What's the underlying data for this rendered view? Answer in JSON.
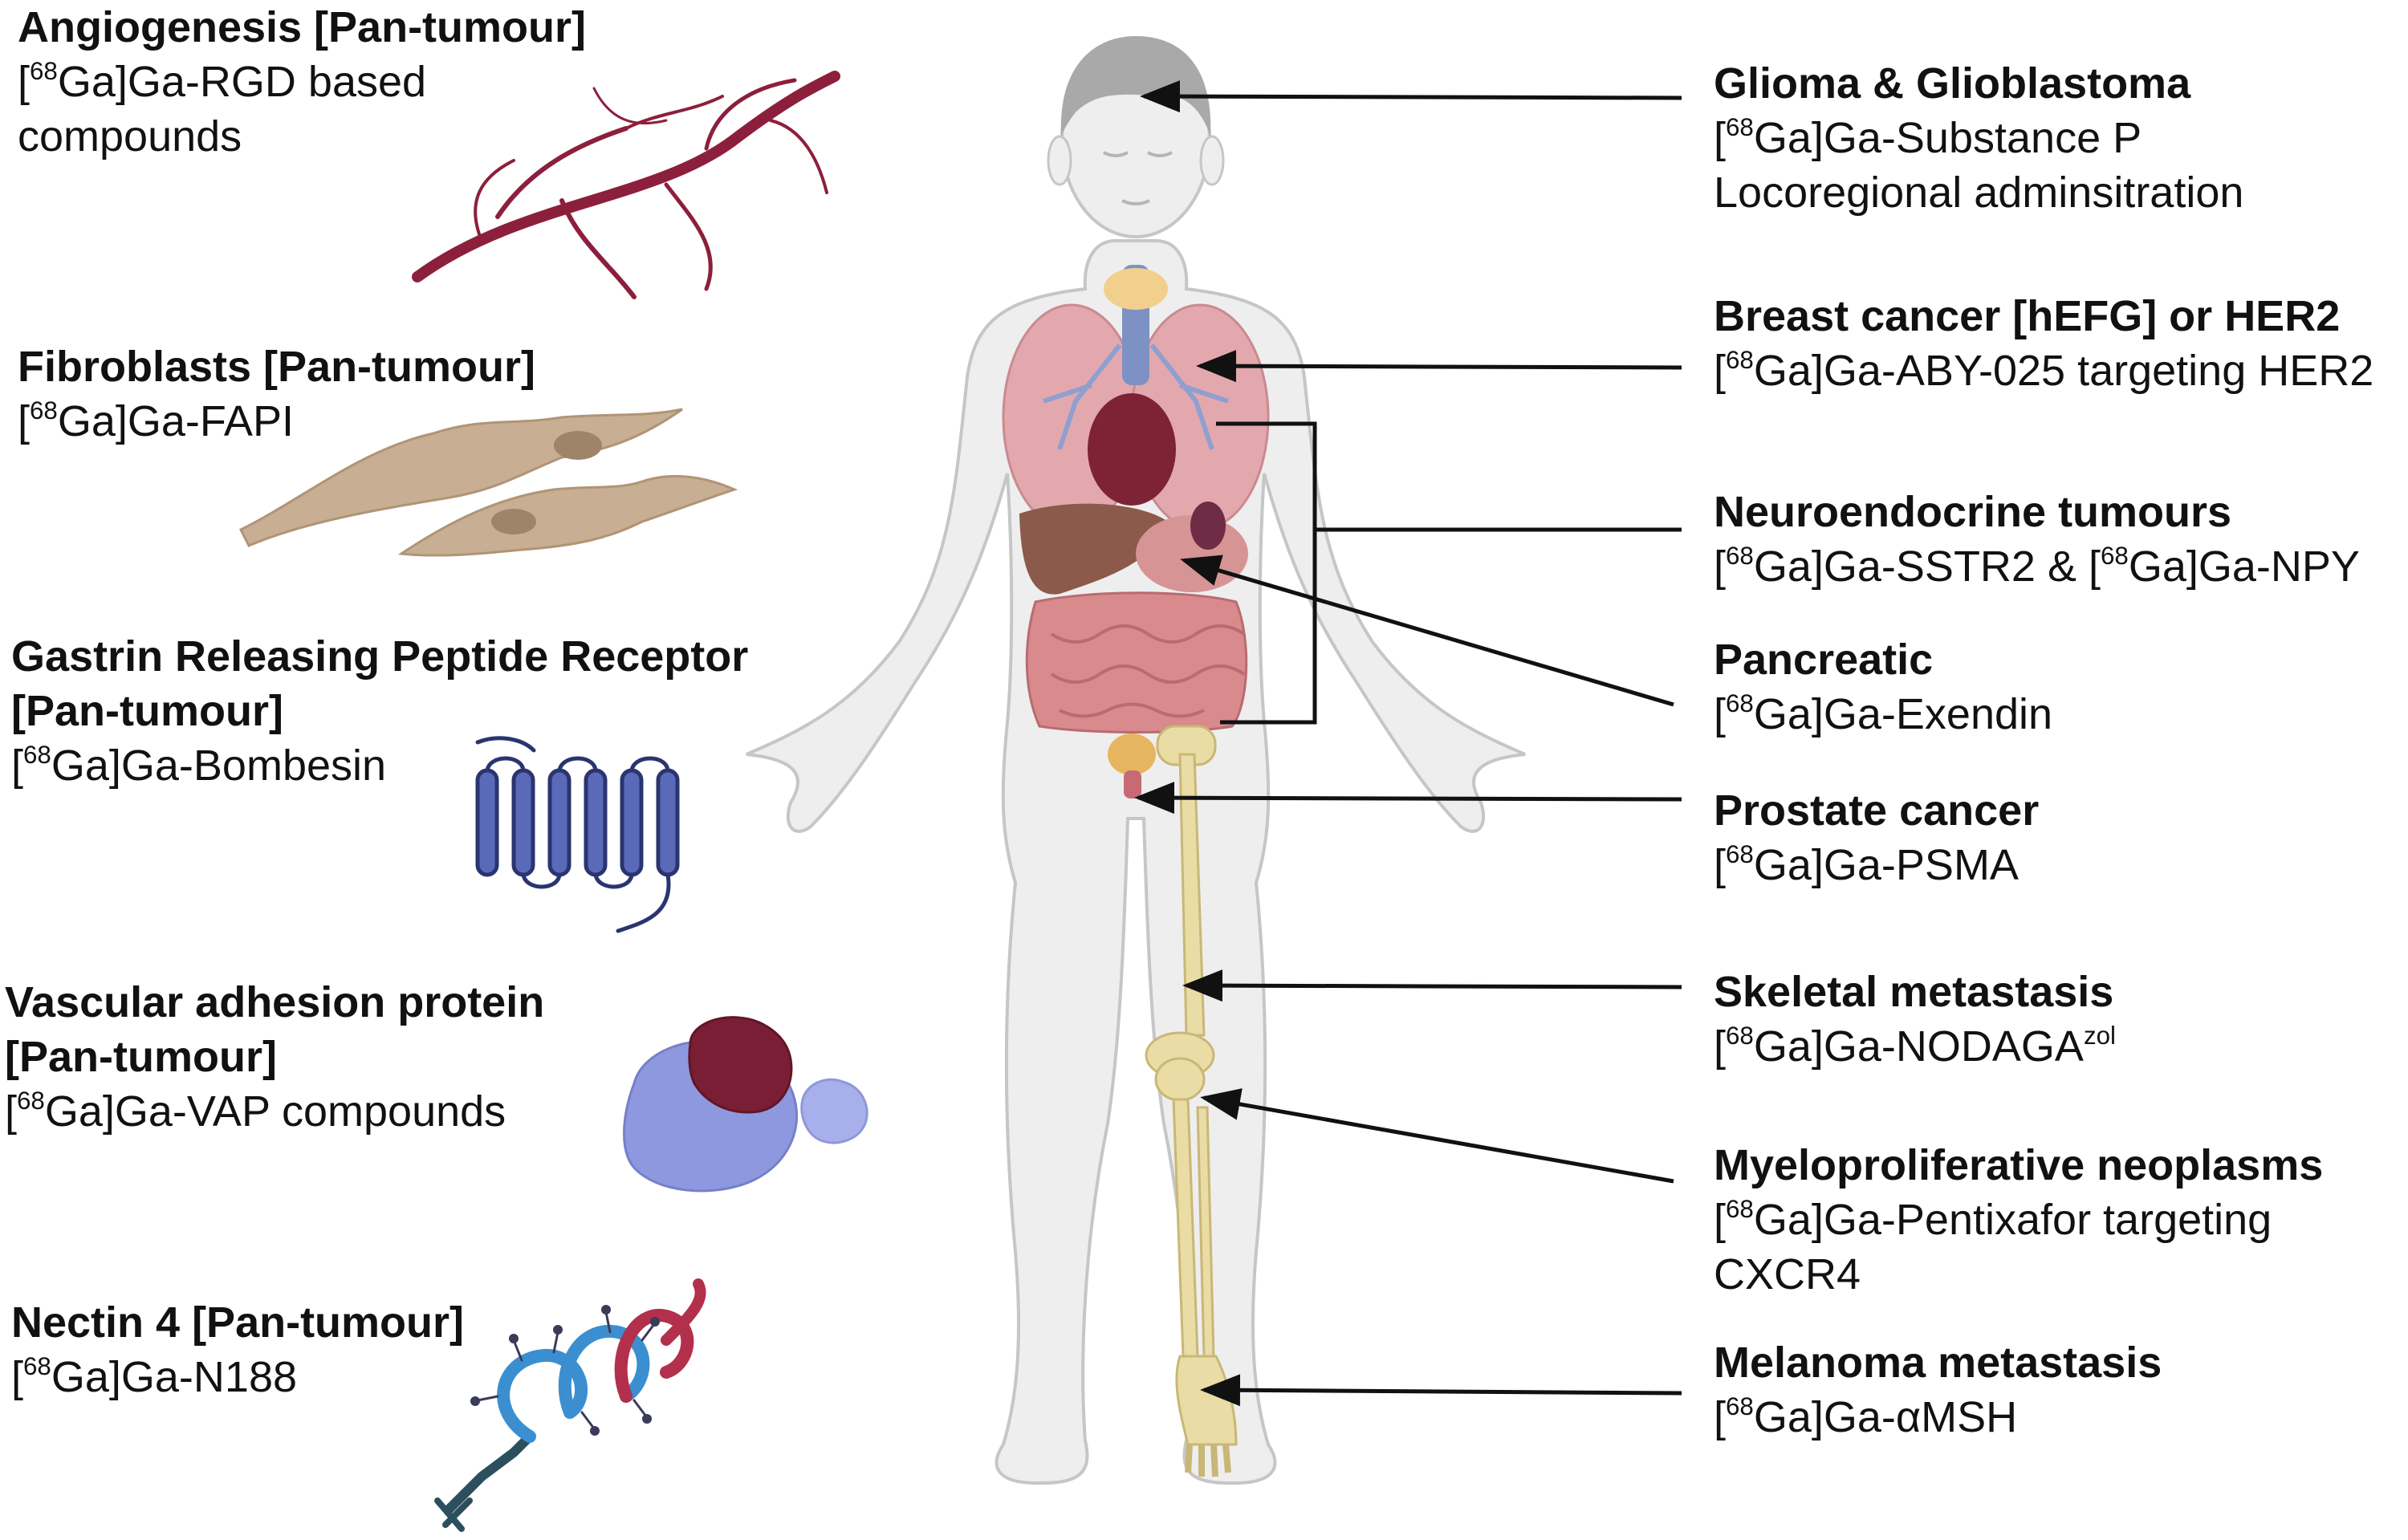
{
  "left_labels": [
    {
      "id": "angiogenesis",
      "title": "Angiogenesis [Pan-tumour]",
      "lines": [
        {
          "pre": "[",
          "sup": "68",
          "post": "Ga]Ga-RGD based"
        },
        {
          "pre": "compounds",
          "sup": "",
          "post": ""
        }
      ]
    },
    {
      "id": "fibroblasts",
      "title": "Fibroblasts [Pan-tumour]",
      "lines": [
        {
          "pre": "[",
          "sup": "68",
          "post": "Ga]Ga-FAPI"
        }
      ]
    },
    {
      "id": "grpr",
      "title": "Gastrin Releasing Peptide Receptor",
      "title2": "[Pan-tumour]",
      "lines": [
        {
          "pre": "[",
          "sup": "68",
          "post": "Ga]Ga-Bombesin"
        }
      ]
    },
    {
      "id": "vap",
      "title": "Vascular adhesion protein",
      "title2": "[Pan-tumour]",
      "lines": [
        {
          "pre": "[",
          "sup": "68",
          "post": "Ga]Ga-VAP compounds"
        }
      ]
    },
    {
      "id": "nectin",
      "title": "Nectin 4 [Pan-tumour]",
      "lines": [
        {
          "pre": "[",
          "sup": "68",
          "post": "Ga]Ga-N188"
        }
      ]
    }
  ],
  "right_labels": [
    {
      "id": "glioma",
      "title": "Glioma & Glioblastoma",
      "lines": [
        {
          "pre": "[",
          "sup": "68",
          "post": "Ga]Ga-Substance P"
        },
        {
          "pre": "Locoregional adminsitration",
          "sup": "",
          "post": ""
        }
      ]
    },
    {
      "id": "breast",
      "title": "Breast cancer [hEFG] or HER2",
      "lines": [
        {
          "pre": "[",
          "sup": "68",
          "post": "Ga]Ga-ABY-025 targeting HER2"
        }
      ]
    },
    {
      "id": "net",
      "title": "Neuroendocrine tumours",
      "lines": [
        {
          "pre": "[",
          "sup": "68",
          "post": "Ga]Ga-SSTR2 & [",
          "sup2": "68",
          "post2": "Ga]Ga-NPY"
        }
      ]
    },
    {
      "id": "pancreatic",
      "title": "Pancreatic",
      "lines": [
        {
          "pre": "[",
          "sup": "68",
          "post": "Ga]Ga-Exendin"
        }
      ]
    },
    {
      "id": "prostate",
      "title": "Prostate cancer",
      "lines": [
        {
          "pre": "[",
          "sup": "68",
          "post": "Ga]Ga-PSMA"
        }
      ]
    },
    {
      "id": "skeletal",
      "title": "Skeletal metastasis",
      "lines": [
        {
          "pre": "[",
          "sup": "68",
          "post": "Ga]Ga-NODAGA",
          "sup2": "zol",
          "post2": ""
        }
      ]
    },
    {
      "id": "myelo",
      "title": "Myeloproliferative neoplasms",
      "lines": [
        {
          "pre": "[",
          "sup": "68",
          "post": "Ga]Ga-Pentixafor targeting"
        },
        {
          "pre": "CXCR4",
          "sup": "",
          "post": ""
        }
      ]
    },
    {
      "id": "melanoma",
      "title": "Melanoma metastasis",
      "lines": [
        {
          "pre": "[",
          "sup": "68",
          "post": "Ga]Ga-αMSH"
        }
      ]
    }
  ],
  "colors": {
    "body_fill": "#eeeeee",
    "body_stroke": "#c6c6c6",
    "hair": "#a9a9a9",
    "vessel": "#8c1f3c",
    "fibroblast": "#c8ae93",
    "fibroblast_nucleus": "#9e8468",
    "receptor": "#5a6ab8",
    "protein_light": "#8e98de",
    "protein_dark": "#7a1e36",
    "nectin_blue": "#3b8fd0",
    "nectin_red": "#b2304c",
    "nectin_dark": "#2c4f5e",
    "lung": "#e3a8ad",
    "liver": "#8b5a4a",
    "intestine": "#d98a8c",
    "bone": "#eadca5",
    "bone_stroke": "#c9b777",
    "trachea": "#7d91c4",
    "thyroid": "#f0d08c",
    "arrow": "#111111"
  }
}
